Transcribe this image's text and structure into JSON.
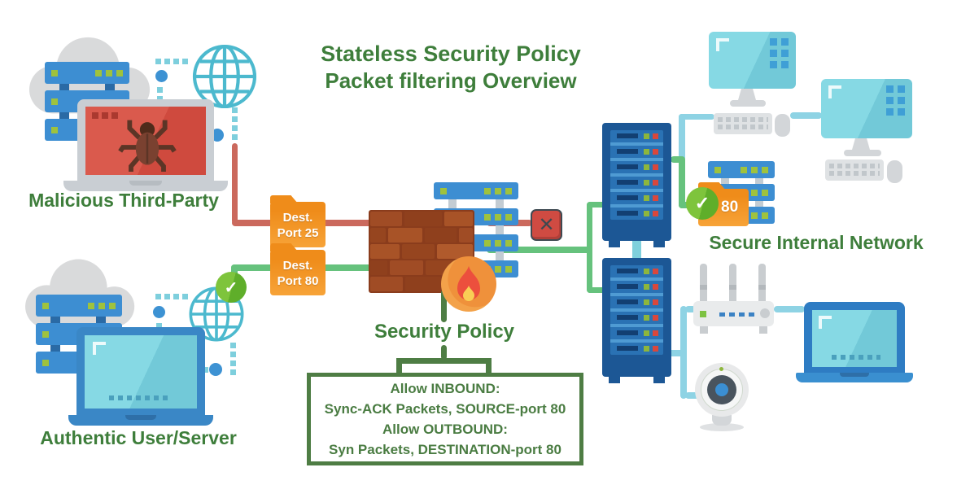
{
  "title": {
    "line1": "Stateless Security Policy",
    "line2": "Packet filtering Overview"
  },
  "nodes": {
    "malicious": {
      "label": "Malicious Third-Party"
    },
    "authentic": {
      "label": "Authentic User/Server"
    },
    "firewall": {
      "label": "Security Policy"
    },
    "internal": {
      "label": "Secure Internal Network"
    }
  },
  "packets": {
    "blocked": {
      "line1": "Dest.",
      "line2": "Port 25"
    },
    "allowed": {
      "line1": "Dest.",
      "line2": "Port 80"
    },
    "passed_port": "80"
  },
  "policy_box": {
    "lines": [
      "Allow INBOUND:",
      "Sync-ACK Packets, SOURCE-port 80",
      "Allow OUTBOUND:",
      "Syn Packets, DESTINATION-port 80"
    ]
  },
  "icons": {
    "deny": "✕",
    "check": "✓"
  },
  "colors": {
    "heading_green": "#3e7e3b",
    "policy_green": "#4e7d44",
    "blocked_line_red": "#cb695d",
    "allowed_line_green": "#66c27d",
    "network_line_blue": "#8ed3e4",
    "folder_orange": "#f6921e",
    "brick_brown": "#9c4a22",
    "deny_red": "#cf4b42",
    "check_green": "#6cbd2e",
    "server_blue": "#3d8ed2",
    "tower_navy": "#1c5795"
  }
}
